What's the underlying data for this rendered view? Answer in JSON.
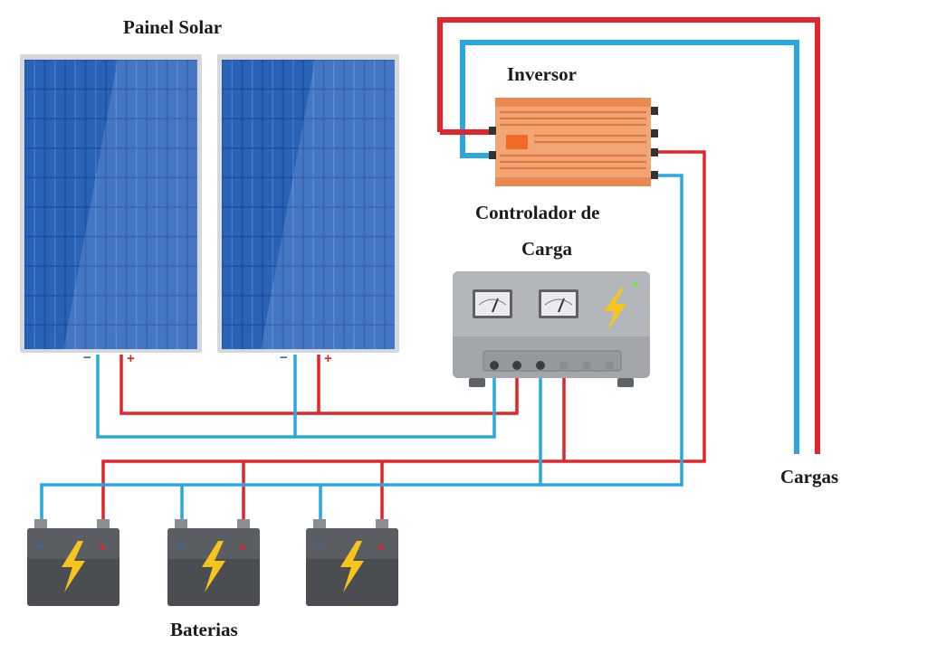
{
  "labels": {
    "solar_panel": "Painel Solar",
    "inverter": "Inversor",
    "charge_controller_line1": "Controlador de",
    "charge_controller_line2": "Carga",
    "loads": "Cargas",
    "batteries": "Baterias"
  },
  "terminals": {
    "negative": "−",
    "positive": "+"
  },
  "colors": {
    "positive_wire": "#e0262b",
    "negative_wire": "#29a8dc",
    "panel_frame": "#d4d8dd",
    "panel_cell": "#2a62b8",
    "inverter_body": "#f2a676",
    "inverter_accent": "#f36a26",
    "controller_body": "#a3a7ac",
    "battery_body": "#4a4d52",
    "bolt": "#f5c51b"
  },
  "icons": [
    "solar-cell-grid",
    "lightning-bolt-icon",
    "gauge-icon",
    "battery-terminal-icon"
  ]
}
